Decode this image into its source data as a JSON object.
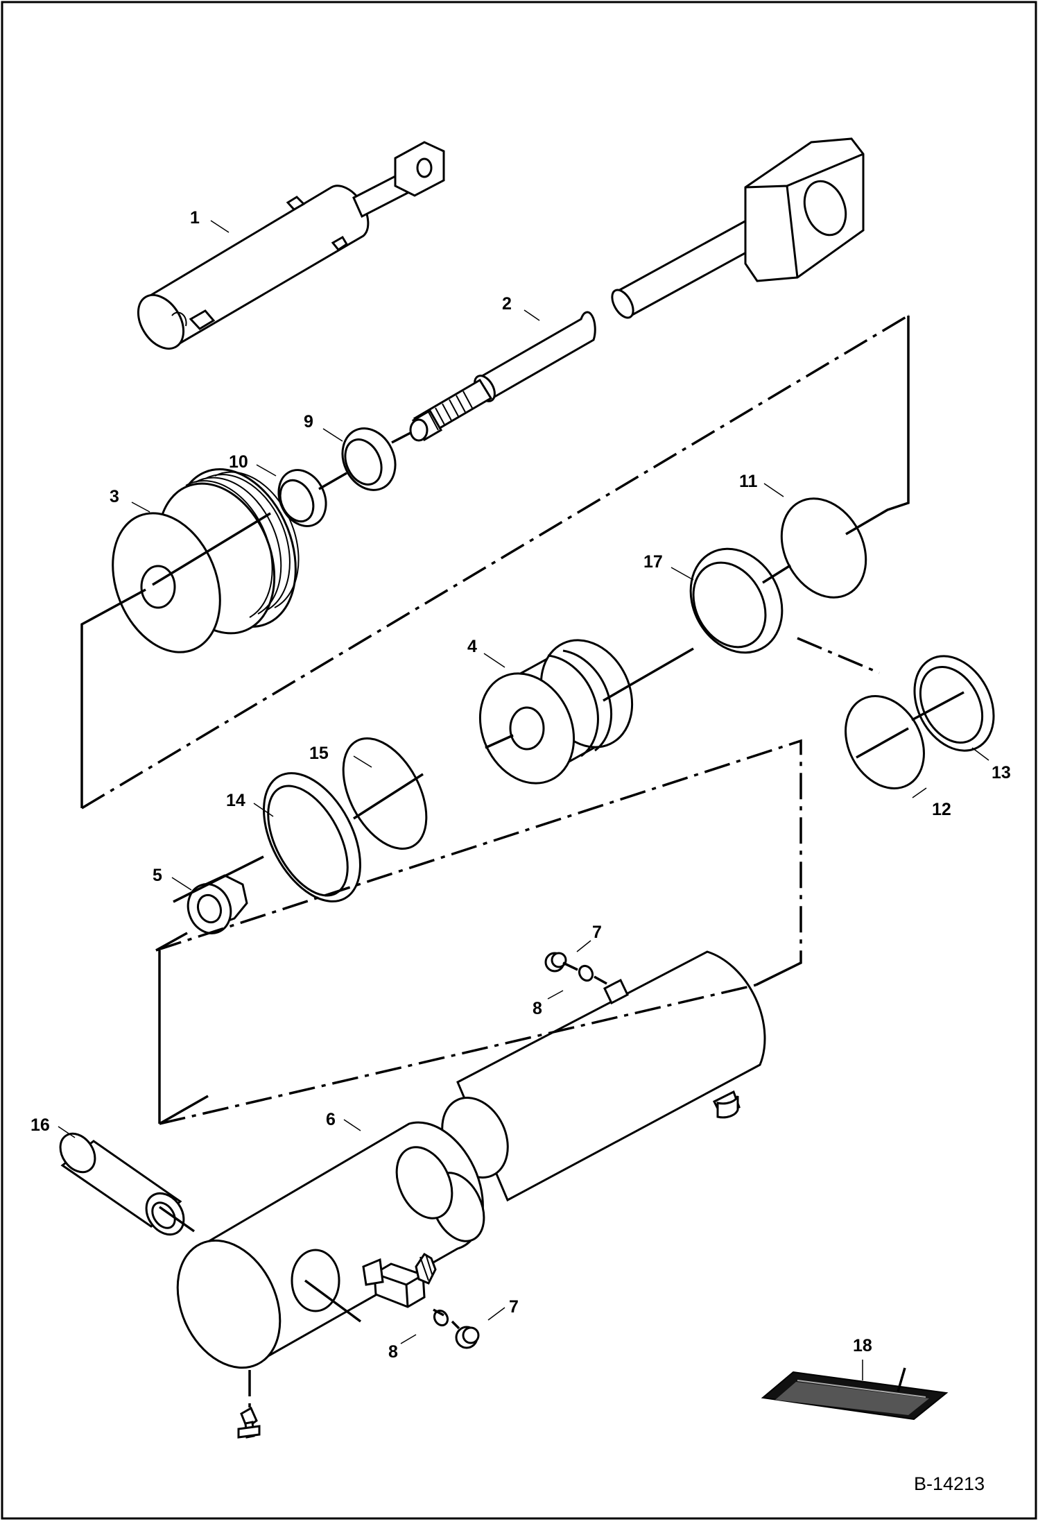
{
  "diagram_code": "B-14213",
  "callouts": [
    {
      "id": "c1",
      "text": "1"
    },
    {
      "id": "c2",
      "text": "2"
    },
    {
      "id": "c3",
      "text": "3"
    },
    {
      "id": "c4",
      "text": "4"
    },
    {
      "id": "c5",
      "text": "5"
    },
    {
      "id": "c6",
      "text": "6"
    },
    {
      "id": "c7a",
      "text": "7"
    },
    {
      "id": "c7b",
      "text": "7"
    },
    {
      "id": "c8a",
      "text": "8"
    },
    {
      "id": "c8b",
      "text": "8"
    },
    {
      "id": "c9",
      "text": "9"
    },
    {
      "id": "c10",
      "text": "10"
    },
    {
      "id": "c11",
      "text": "11"
    },
    {
      "id": "c12",
      "text": "12"
    },
    {
      "id": "c13",
      "text": "13"
    },
    {
      "id": "c14",
      "text": "14"
    },
    {
      "id": "c15",
      "text": "15"
    },
    {
      "id": "c16",
      "text": "16"
    },
    {
      "id": "c17",
      "text": "17"
    },
    {
      "id": "c18",
      "text": "18"
    }
  ]
}
